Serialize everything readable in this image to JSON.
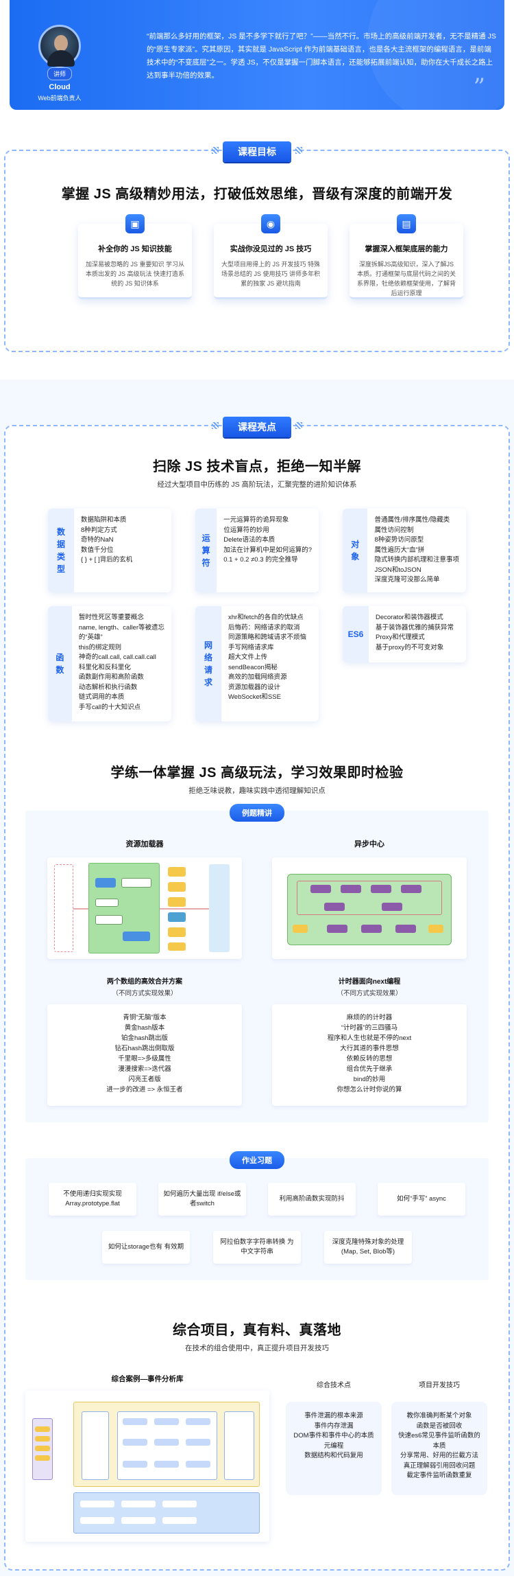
{
  "hero": {
    "tag": "讲师",
    "name": "Cloud",
    "role": "Web前端负责人",
    "quote": "“前端那么多好用的框架，JS 是不多学下就行了吧？”——当然不行。市场上的高级前端开发者，无不是精通 JS 的“原生专家派”。究其原因，其实就是 JavaScript 作为前端基础语言，也是各大主流框架的编程语言，是前端技术中的“不变底层”之一。学透 JS，不仅是掌握一门脚本语言，还能够拓展前端认知，助你在大千成长之路上达到事半功倍的效果。",
    "quote_mark": "”"
  },
  "goals": {
    "badge": "课程目标",
    "title": "掌握 JS 高级精妙用法，打破低效思维，晋级有深度的前端开发",
    "cards": [
      {
        "icon": "▣",
        "title": "补全你的 JS 知识技能",
        "desc": "加深易被忽略的 JS 重要知识 学习从本质出发的 JS 高级玩法 快速打造系统的 JS 知识体系"
      },
      {
        "icon": "◉",
        "title": "实战你没见过的 JS 技巧",
        "desc": "大型项目用得上的 JS 开发技巧 特殊场景总结的 JS 使用技巧 讲师多年积累的独家 JS 避坑指南"
      },
      {
        "icon": "▤",
        "title": "掌握深入框架底层的能力",
        "desc": "深度拆解JS高级知识，深入了解JS本质。打通框架与底层代码之间的关系界限，牡绝依赖框架使用，了解背后运行原理"
      }
    ]
  },
  "highlights": {
    "badge": "课程亮点",
    "title": "扫除 JS 技术盲点，拒绝一知半解",
    "subtitle": "经过大型项目中历练的 JS 高阶玩法，汇聚完整的进阶知识体系",
    "row1": [
      {
        "side": "数据类型",
        "items": [
          "数据陷阱和本质",
          "8种判定方式",
          "奇特的NaN",
          "数值千分位",
          "{ } + [ ]背后的玄机"
        ]
      },
      {
        "side": "运算符",
        "items": [
          "一元运算符的诡异现象",
          "位运算符的妙用",
          "Delete语法的本质",
          "加法在计算机中是如何运算的?",
          "0.1 + 0.2 ≠0.3 的完全推导"
        ]
      },
      {
        "side": "对象",
        "items": [
          "普通属性/排序属性/隐藏类",
          "属性访问控制",
          "8种姿势访问原型",
          "属性遍历大“血”拼",
          "隐式转换内部机理和注意事项",
          "JSON和toJSON",
          "深度克隆可没那么简单"
        ]
      }
    ],
    "row2": [
      {
        "side": "函数",
        "items": [
          "暂时性死区等重要概念",
          "name, length、caller等被遗忘",
          "的“英雄”",
          "this的绑定规则",
          "神奇的call.call, call.call.call",
          "科里化和反科里化",
          "函数副作用和高阶函数",
          "动态解析和执行函数",
          "链式调用的本质",
          "手写call的十大知识点"
        ]
      },
      {
        "side": "网络请求",
        "items": [
          "xhr和fetch的各自的优缺点",
          "后悔药：网络请求的取消",
          "同源策略和跨域请求不烦恼",
          "手写网络请求库",
          "超大文件上传",
          "sendBeacon揭秘",
          "高效的加载网络资源",
          "资源加载器的设计",
          "WebSocket和SSE"
        ]
      },
      {
        "side": "ES6",
        "items": [
          "Decorator和装饰器模式",
          "基于装饰器优雅的捕获异常",
          "Proxy和代理模式",
          "基于proxy的不可变对象"
        ]
      }
    ],
    "practice_title": "学练一体掌握 JS 高级玩法，学习效果即时检验",
    "practice_subtitle": "拒绝乏味说教，趣味实践中透彻理解知识点"
  },
  "examples": {
    "pill": "例题精讲",
    "items": [
      {
        "title": "资源加载器",
        "sub_title": "两个数组的高效合并方案",
        "sub_note": "（不同方式实现效果）",
        "list": [
          "青铜“无脑”版本",
          "黄金hash版本",
          "铂金hash跳出版",
          "钻石hash跳出倒取版",
          "千里眼=>多级属性",
          "漫漫搜索=>迭代器",
          "闪亮王者版",
          "进一步的改进 => 永恒王者"
        ]
      },
      {
        "title": "异步中心",
        "sub_title": "计时器面向next编程",
        "sub_note": "（不同方式实现效果）",
        "list": [
          "麻烦的的计时器",
          "“计时器”的三四骚马",
          "程序和人生也就是不停的next",
          "大行其道的事件思想",
          "依赖反转的思想",
          "组合优先于继承",
          "bind的妙用",
          "你想怎么计时你说的算"
        ]
      }
    ]
  },
  "homework": {
    "pill": "作业习题",
    "row1": [
      "不使用递归实现实现 Array.prototype.flat",
      "如何遍历大量出现 if/else或者switch",
      "利用高阶函数实现防抖",
      "如何“手写” async"
    ],
    "row2": [
      "如何让storage也有 有效期",
      "阿拉伯数字字符串转换 为中文字符串",
      "深度克隆特殊对象的处理 (Map, Set, Blob等)"
    ]
  },
  "project": {
    "title": "综合项目，真有料、真落地",
    "subtitle": "在技术的组合使用中，真正提升项目开发技巧",
    "case_title": "综合案例—事件分析库",
    "cols": [
      {
        "title": "综合技术点",
        "items": [
          "事件泄漏的根本来源",
          "事件内存泄漏",
          "DOM事件和事件中心的本质",
          "元编程",
          "数据结构和代码复用"
        ]
      },
      {
        "title": "项目开发技巧",
        "items": [
          "教你准确判断某个对象",
          "函数是否被回收",
          "快速es6常见事件监听函数的本质",
          "分享常用、好用的拦截方法",
          "真正理解弱引用回收问题",
          "截定事件监听函数重复"
        ]
      }
    ]
  },
  "colors": {
    "brand": "#1c6cf2",
    "accent_light": "#f4f8ff",
    "dash": "#8db8ff"
  }
}
